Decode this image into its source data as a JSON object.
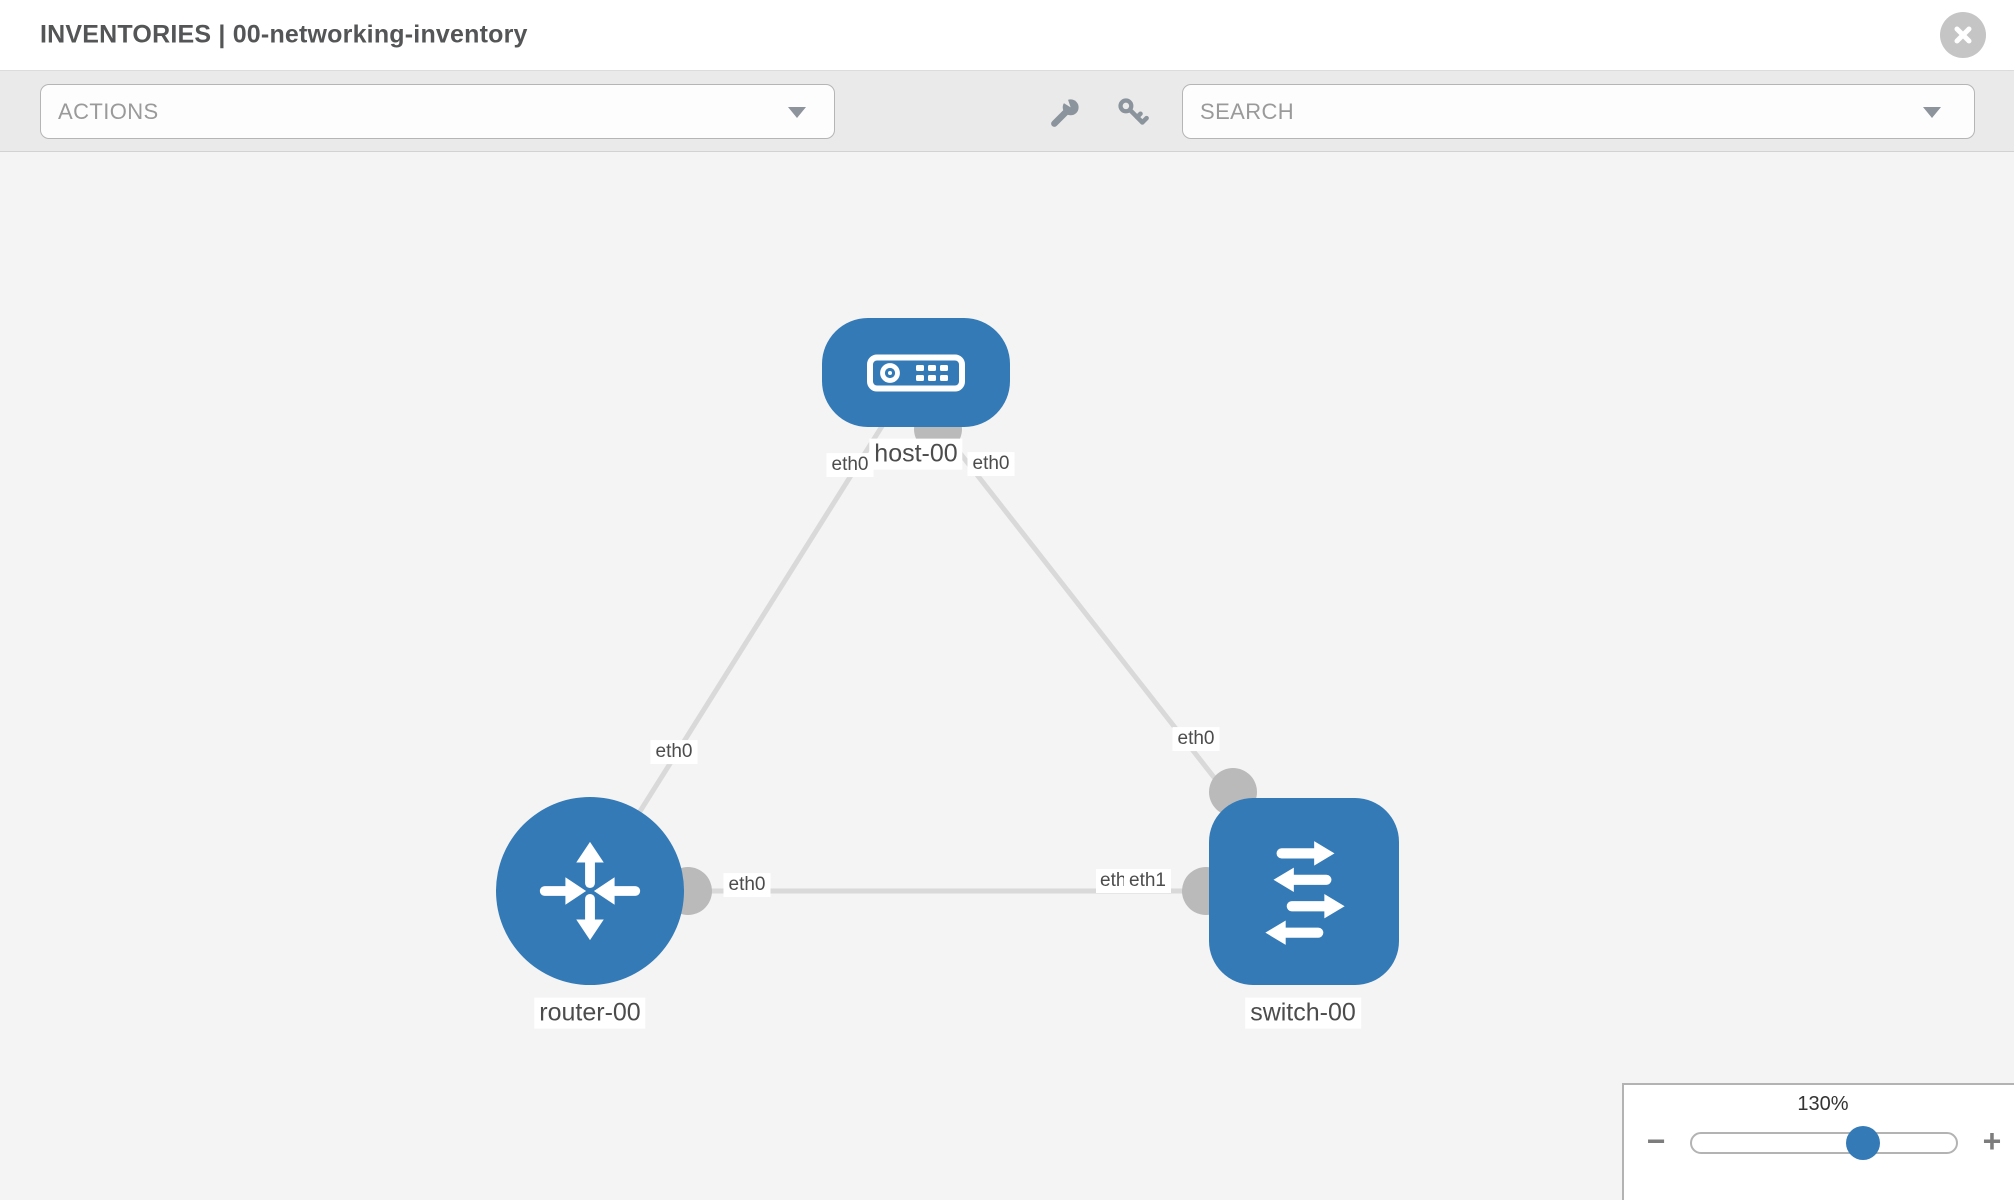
{
  "header": {
    "title": "INVENTORIES | 00-networking-inventory"
  },
  "toolbar": {
    "actions_label": "ACTIONS",
    "search_placeholder": "SEARCH"
  },
  "topology": {
    "nodes": [
      {
        "label": "host-00",
        "type": "host"
      },
      {
        "label": "router-00",
        "type": "router"
      },
      {
        "label": "switch-00",
        "type": "switch"
      }
    ],
    "links": [
      {
        "from": "host-00",
        "to": "router-00",
        "from_iface": "eth0",
        "to_iface": "eth0"
      },
      {
        "from": "host-00",
        "to": "switch-00",
        "from_iface": "eth0",
        "to_iface": "eth0"
      },
      {
        "from": "router-00",
        "to": "switch-00",
        "from_iface": "eth0",
        "to_iface": "eth1"
      }
    ]
  },
  "zoom_control": {
    "level": "130%",
    "minus_label": "−",
    "plus_label": "+"
  },
  "colors": {
    "node_blue": "#337ab7",
    "link_gray": "#d9d9d9",
    "connector_gray": "#bababa",
    "canvas_bg": "#f4f4f5",
    "toolbar_bg": "#eaeaea"
  }
}
